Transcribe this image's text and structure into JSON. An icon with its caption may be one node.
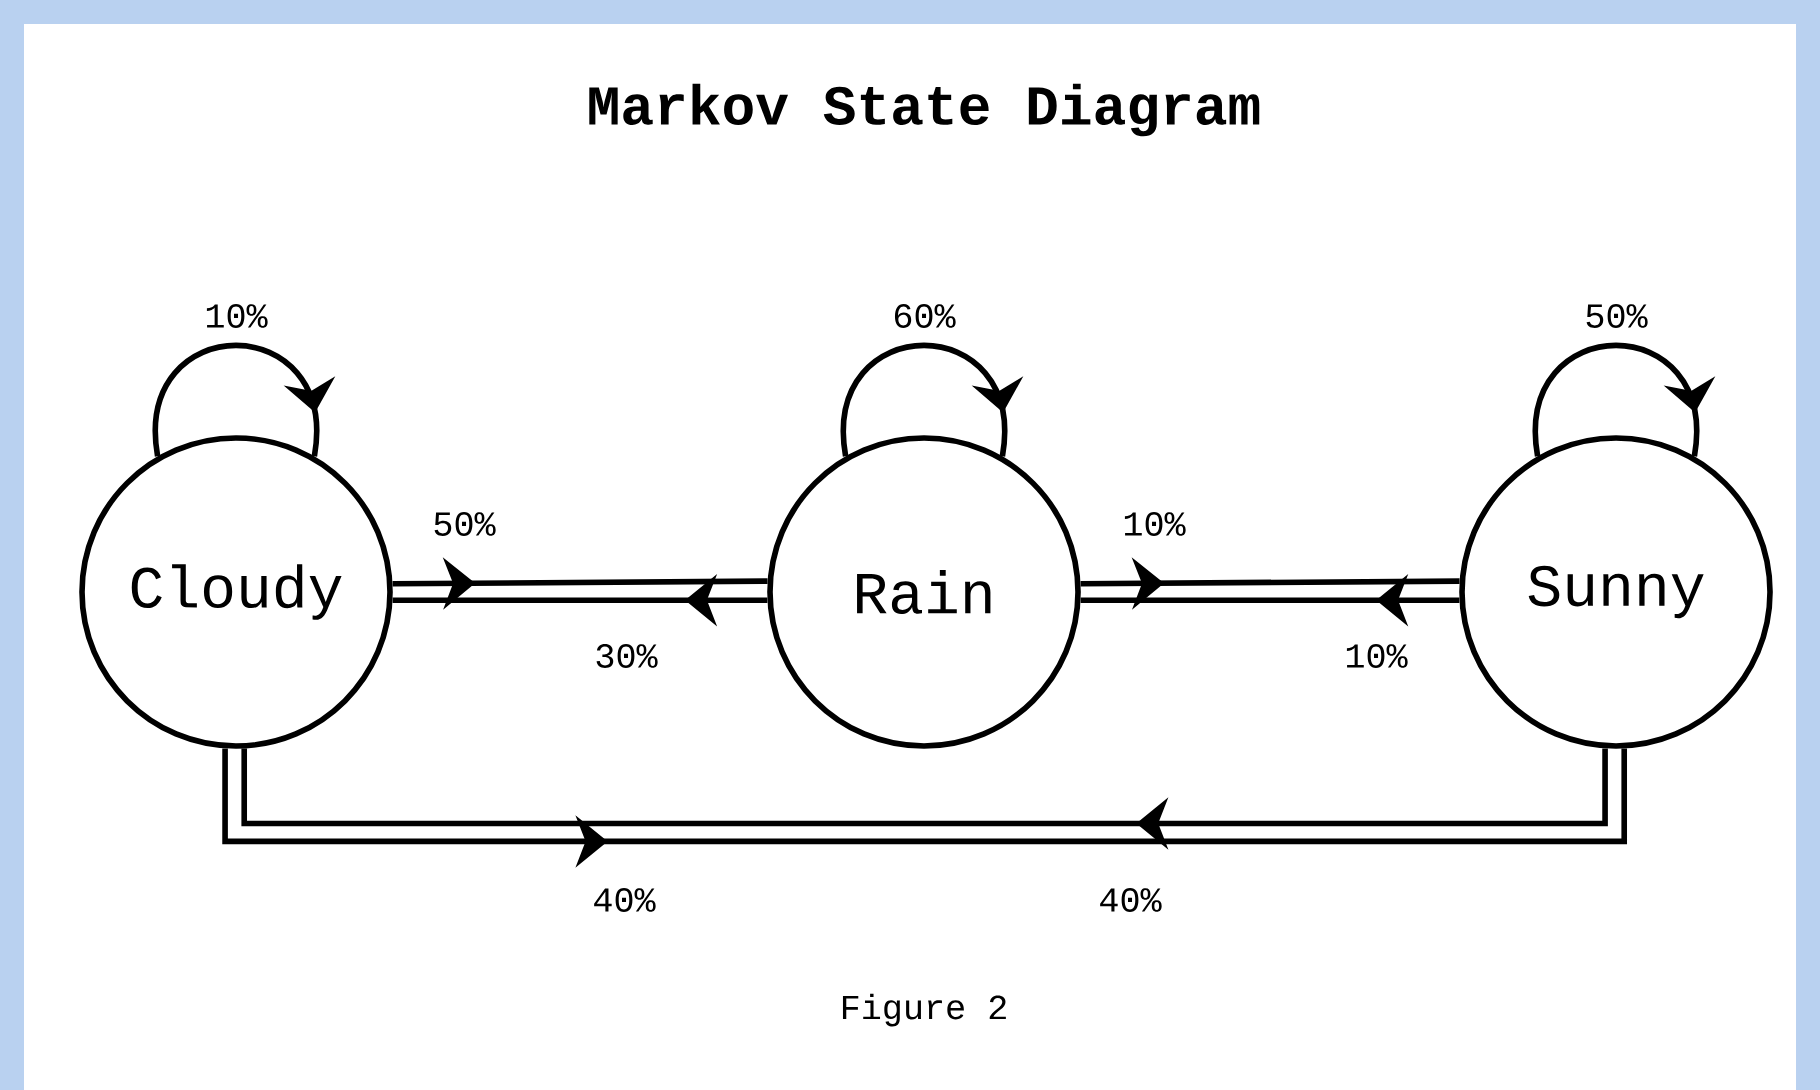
{
  "diagram": {
    "title": "Markov State Diagram",
    "caption": "Figure 2",
    "nodes": [
      {
        "text": [
          "Cloudy"
        ]
      },
      {
        "text": [
          "Rain"
        ]
      },
      {
        "text": [
          "Sunny"
        ]
      }
    ],
    "edges": [
      {
        "from": 0,
        "to": 0,
        "arrow": "to",
        "label": "10%"
      },
      {
        "from": 1,
        "to": 1,
        "arrow": "to",
        "label": "60%"
      },
      {
        "from": 2,
        "to": 2,
        "arrow": "to",
        "label": "50%"
      },
      {
        "from": 0,
        "to": 1,
        "arrow": "to",
        "label": "50%"
      },
      {
        "from": 1,
        "to": 0,
        "arrow": "to",
        "label": "30%"
      },
      {
        "from": 1,
        "to": 2,
        "arrow": "to",
        "label": "10%"
      },
      {
        "from": 2,
        "to": 1,
        "arrow": "to",
        "label": "10%"
      },
      {
        "from": 0,
        "to": 2,
        "arrow": "to",
        "label": "40%"
      },
      {
        "from": 2,
        "to": 0,
        "arrow": "to",
        "label": "40%"
      }
    ]
  }
}
